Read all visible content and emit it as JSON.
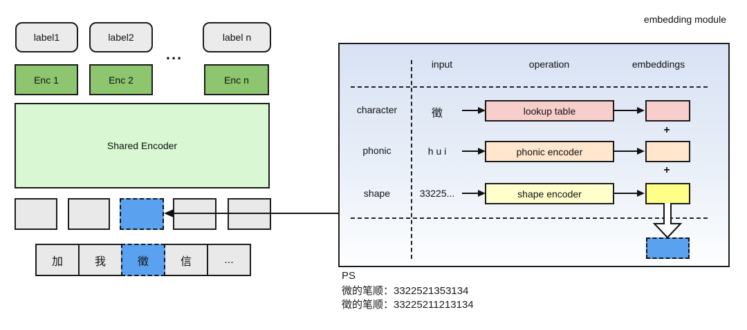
{
  "title": "embedding module",
  "colors": {
    "highlight_blue": "#5aa2f0",
    "encoder_green": "#8dc66f",
    "shared_encoder_green": "#d8f7d2",
    "character_pink": "#f8cecc",
    "phonic_peach": "#ffe6cc",
    "shape_yellow_operation": "#ffffcc",
    "shape_yellow_embedding": "#ffff88",
    "neutral_gray": "#e9e9e9",
    "module_gradient_top": "#d8e2f4"
  },
  "left": {
    "labels": [
      "label1",
      "label2",
      "label n"
    ],
    "dots": "...",
    "encoders": [
      "Enc 1",
      "Enc 2",
      "Enc n"
    ],
    "shared_encoder": "Shared Encoder",
    "tokens": [
      "加",
      "我",
      "徵",
      "信",
      "..."
    ],
    "highlighted_token": "徵"
  },
  "module": {
    "headers": [
      "input",
      "operation",
      "embeddings"
    ],
    "rows": [
      {
        "label": "character",
        "input": "徵",
        "operation": "lookup table"
      },
      {
        "label": "phonic",
        "input": "h u i",
        "operation": "phonic encoder"
      },
      {
        "label": "shape",
        "input": "33225...",
        "operation": "shape encoder"
      }
    ],
    "plus": "+"
  },
  "footnote": {
    "ps": "PS",
    "line1": "微的笔顺：3322521353134",
    "line2": "徵的笔顺：33225211213134"
  }
}
